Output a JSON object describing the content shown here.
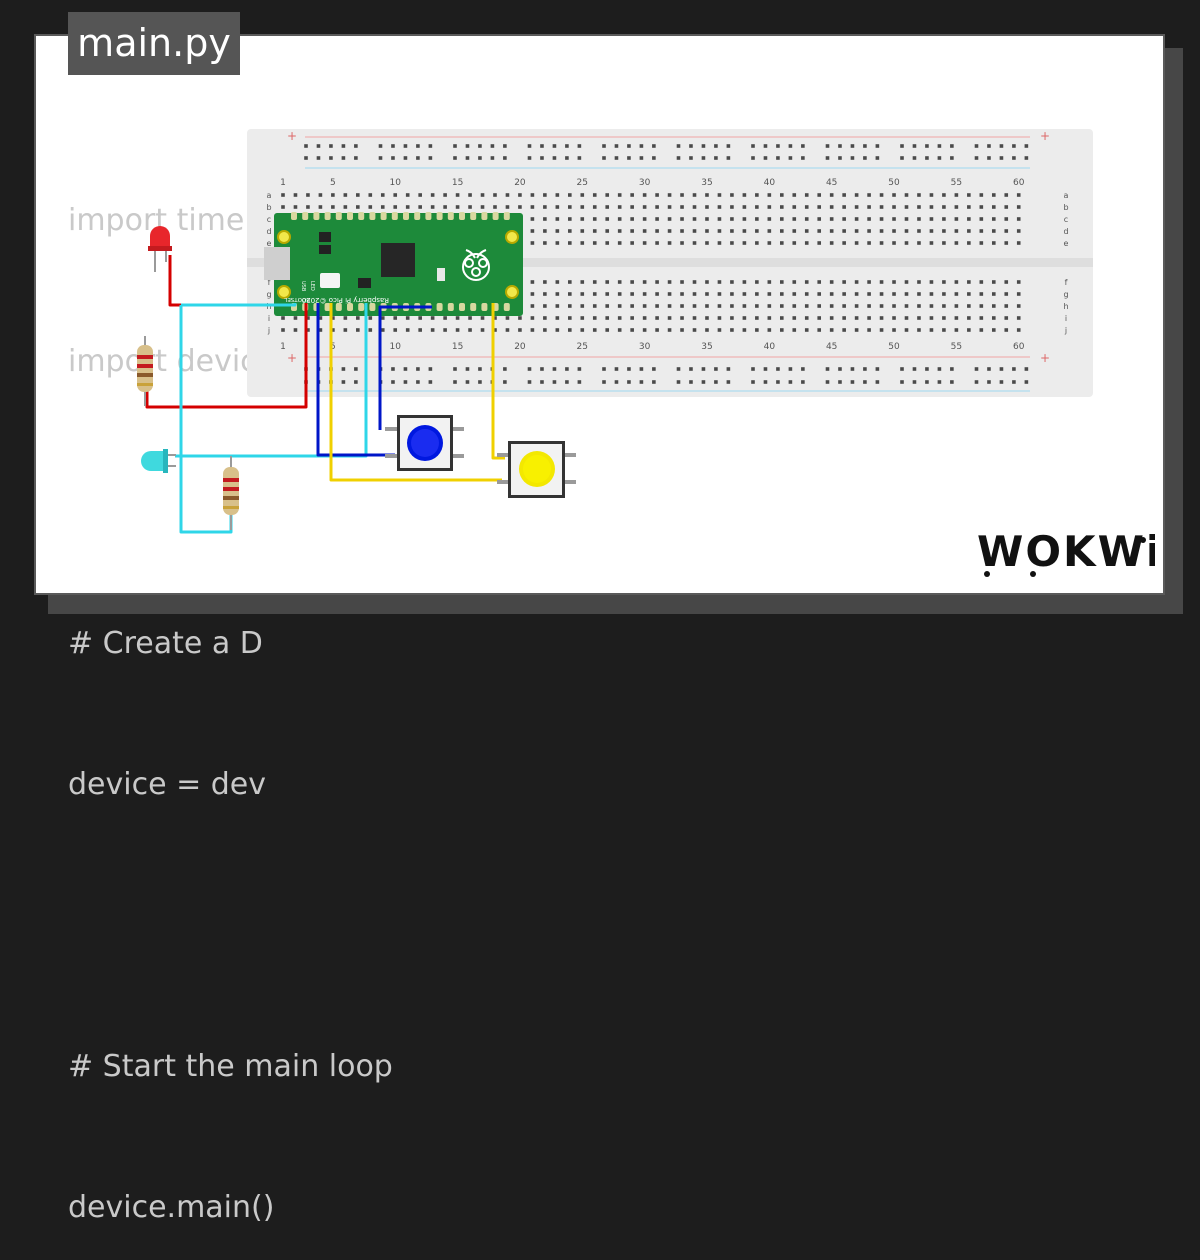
{
  "file_tab": {
    "label": "main.py"
  },
  "code_lines": [
    "import time",
    "import device",
    "",
    "# Create a D",
    "device = dev",
    "",
    "# Start the main loop",
    "device.main()"
  ],
  "breadboard": {
    "plus_label": "+",
    "minus_label": "-",
    "column_numbers": [
      "1",
      "5",
      "10",
      "15",
      "20",
      "25",
      "30",
      "35",
      "40",
      "45",
      "50",
      "55",
      "60"
    ],
    "row_letters_top": [
      "a",
      "b",
      "c",
      "d",
      "e"
    ],
    "row_letters_bottom": [
      "f",
      "g",
      "h",
      "i",
      "j"
    ]
  },
  "pico": {
    "label": "Raspberry Pi Pico ©2020",
    "bootsel": "BOOTSEL",
    "led": "LED",
    "usb": "USB"
  },
  "logo": {
    "text": "WOKWi"
  },
  "colors": {
    "wire_red": "#d40000",
    "wire_cyan": "#2fd6e8",
    "wire_blue": "#0016c8",
    "wire_yellow": "#f0d000",
    "pico_green": "#1d8a3a",
    "breadboard": "#eeeeee",
    "button_blue": "#0018e0",
    "button_yellow": "#f3e800"
  }
}
